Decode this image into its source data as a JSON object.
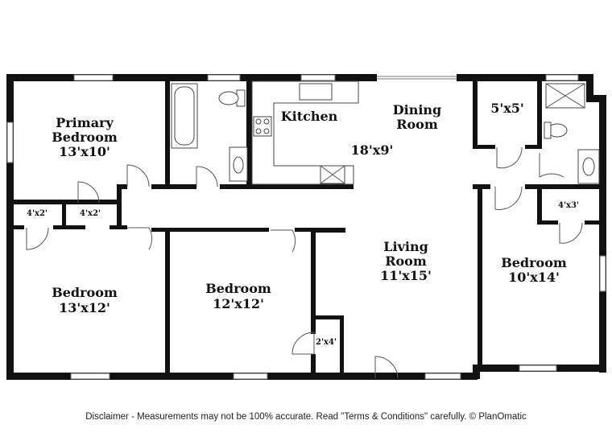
{
  "rooms": {
    "primary_bedroom": {
      "name_line1": "Primary",
      "name_line2": "Bedroom",
      "size": "13'x10'"
    },
    "kitchen": {
      "name": "Kitchen"
    },
    "dining_room": {
      "name_line1": "Dining",
      "name_line2": "Room",
      "size": "18'x9'"
    },
    "bathroom_closet": {
      "size": "5'x5'"
    },
    "closet_a": {
      "size": "4'x2'"
    },
    "closet_b": {
      "size": "4'x2'"
    },
    "closet_c": {
      "size": "4'x3'"
    },
    "closet_d": {
      "size": "2'x4'"
    },
    "living_room": {
      "name_line1": "Living",
      "name_line2": "Room",
      "size": "11'x15'"
    },
    "bedroom_left": {
      "name": "Bedroom",
      "size": "13'x12'"
    },
    "bedroom_mid": {
      "name": "Bedroom",
      "size": "12'x12'"
    },
    "bedroom_right": {
      "name": "Bedroom",
      "size": "10'x14'"
    }
  },
  "disclaimer": "Disclaimer - Measurements may not be 100% accurate. Read \"Terms & Conditions\" carefully. © PlanOmatic"
}
